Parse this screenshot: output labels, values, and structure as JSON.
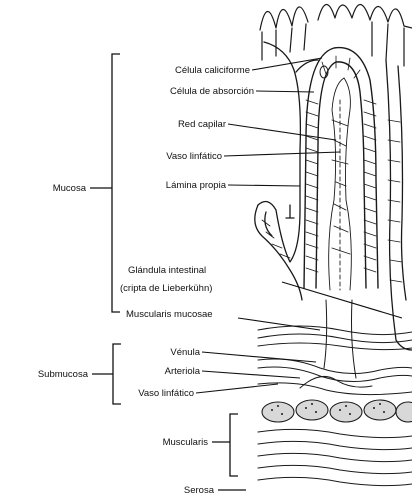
{
  "diagram": {
    "brackets": {
      "mucosa": "Mucosa",
      "submucosa": "Submucosa",
      "muscularis": "Muscularis",
      "serosa": "Serosa"
    },
    "labels": {
      "celula_caliciforme": "Célula caliciforme",
      "celula_absorcion": "Célula de absorción",
      "red_capilar": "Red capilar",
      "vaso_linfatico": "Vaso linfático",
      "lamina_propia": "Lámina propia",
      "glandula_line1": "Glándula intestinal",
      "glandula_line2": "(cripta de Lieberkühn)",
      "muscularis_mucosae": "Muscularis mucosae",
      "venula": "Vénula",
      "arteriola": "Arteriola",
      "vaso_linfatico_sub": "Vaso linfático"
    }
  }
}
